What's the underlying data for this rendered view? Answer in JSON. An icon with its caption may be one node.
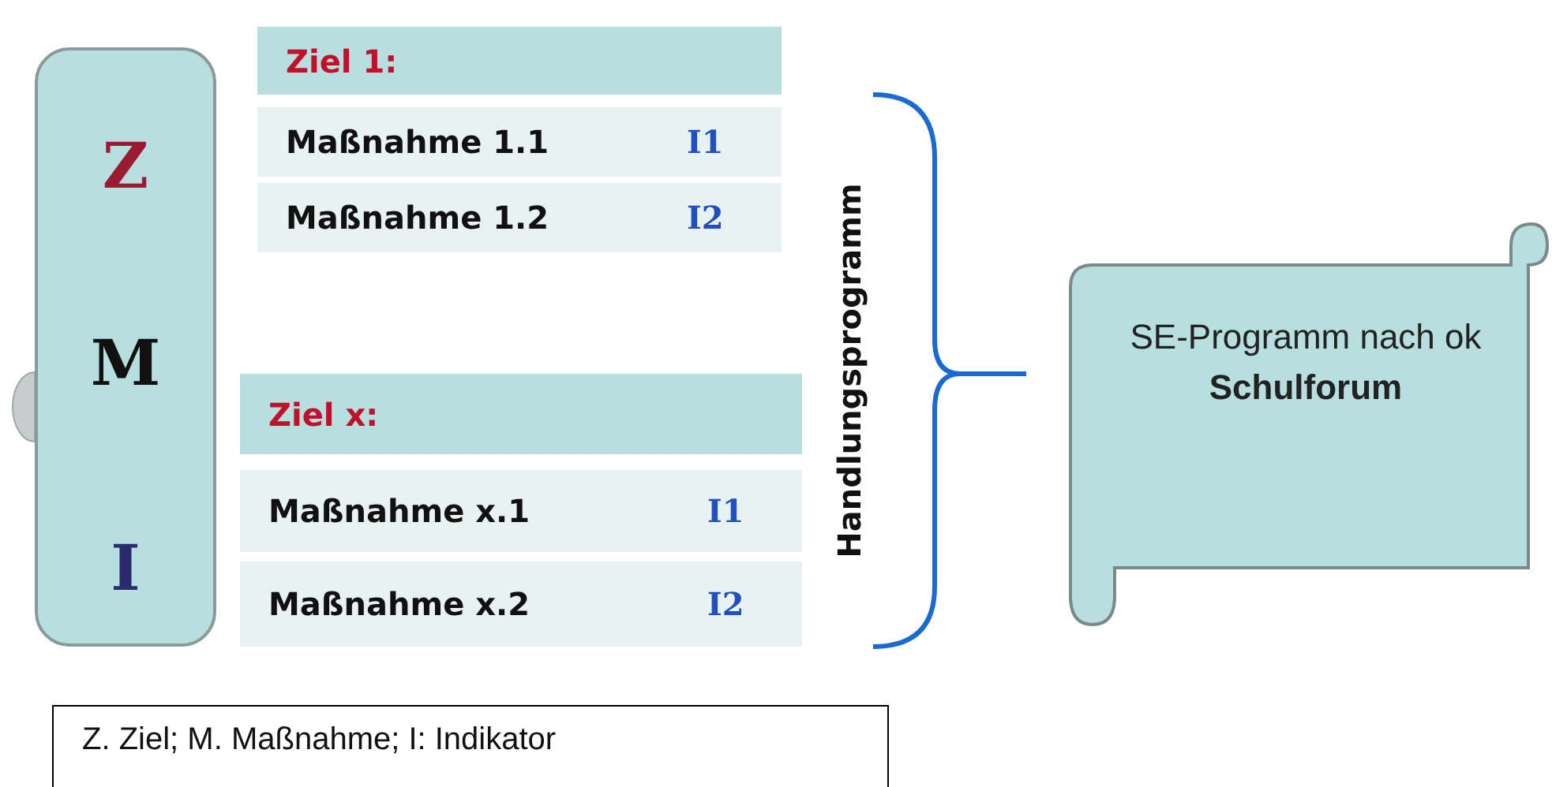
{
  "diagram": {
    "nodes": [
      {
        "text": [
          "Z",
          "M",
          "I"
        ]
      },
      {
        "text": [
          "Ziel 1:"
        ]
      },
      {
        "text": [
          "Maßnahme 1.1",
          "I1"
        ]
      },
      {
        "text": [
          "Maßnahme 1.2",
          "I2"
        ]
      },
      {
        "text": [
          "Ziel x:"
        ]
      },
      {
        "text": [
          "Maßnahme x.1",
          "I1"
        ]
      },
      {
        "text": [
          "Maßnahme x.2",
          "I2"
        ]
      },
      {
        "text": [
          "SE-Programm nach ok **Schulforum**"
        ]
      },
      {
        "text": [
          "Z. Ziel; M. Maßnahme; I: Indikator"
        ]
      }
    ],
    "labels": [
      "Handlungsprogramm"
    ]
  }
}
